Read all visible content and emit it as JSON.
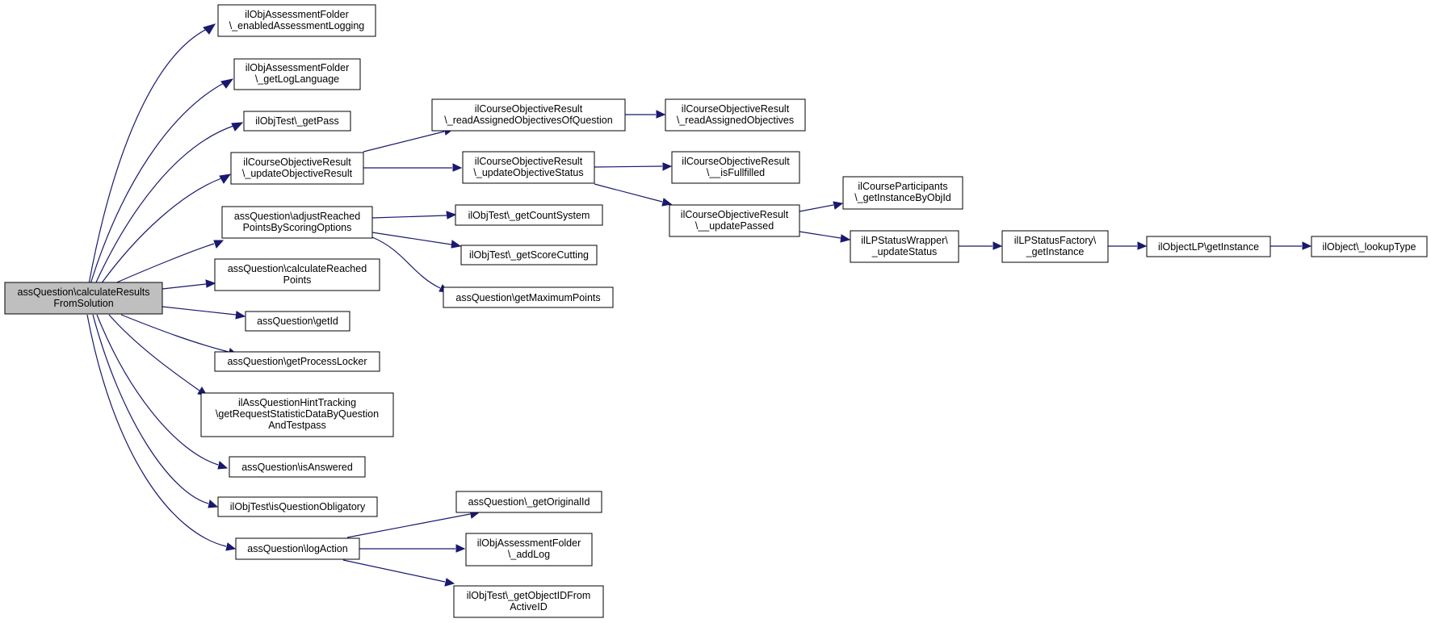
{
  "colors": {
    "edge": "#191970",
    "root_fill": "#bfbfbf",
    "node_fill": "#ffffff",
    "node_border": "#000000"
  },
  "nodes": {
    "root": [
      "assQuestion\\calculateResults",
      "FromSolution"
    ],
    "enabledLogging": [
      "ilObjAssessmentFolder",
      "\\_enabledAssessmentLogging"
    ],
    "getLogLanguage": [
      "ilObjAssessmentFolder",
      "\\_getLogLanguage"
    ],
    "getPass": [
      "ilObjTest\\_getPass"
    ],
    "updateObjectiveResult": [
      "ilCourseObjectiveResult",
      "\\_updateObjectiveResult"
    ],
    "adjustReached": [
      "assQuestion\\adjustReached",
      "PointsByScoringOptions"
    ],
    "calculateReached": [
      "assQuestion\\calculateReached",
      "Points"
    ],
    "getId": [
      "assQuestion\\getId"
    ],
    "getProcessLocker": [
      "assQuestion\\getProcessLocker"
    ],
    "hintTracking": [
      "ilAssQuestionHintTracking",
      "\\getRequestStatisticDataByQuestion",
      "AndTestpass"
    ],
    "isAnswered": [
      "assQuestion\\isAnswered"
    ],
    "isQuestionObligatory": [
      "ilObjTest\\isQuestionObligatory"
    ],
    "logAction": [
      "assQuestion\\logAction"
    ],
    "readAssignedOfQuestion": [
      "ilCourseObjectiveResult",
      "\\_readAssignedObjectivesOfQuestion"
    ],
    "updateObjectiveStatus": [
      "ilCourseObjectiveResult",
      "\\_updateObjectiveStatus"
    ],
    "getCountSystem": [
      "ilObjTest\\_getCountSystem"
    ],
    "getScoreCutting": [
      "ilObjTest\\_getScoreCutting"
    ],
    "getMaximumPoints": [
      "assQuestion\\getMaximumPoints"
    ],
    "getOriginalId": [
      "assQuestion\\_getOriginalId"
    ],
    "addLog": [
      "ilObjAssessmentFolder",
      "\\_addLog"
    ],
    "getObjectIDFromActiveID": [
      "ilObjTest\\_getObjectIDFrom",
      "ActiveID"
    ],
    "readAssignedObjectives": [
      "ilCourseObjectiveResult",
      "\\_readAssignedObjectives"
    ],
    "isFullfilled": [
      "ilCourseObjectiveResult",
      "\\__isFullfilled"
    ],
    "updatePassed": [
      "ilCourseObjectiveResult",
      "\\__updatePassed"
    ],
    "getInstanceByObjId": [
      "ilCourseParticipants",
      "\\_getInstanceByObjId"
    ],
    "lpUpdateStatus": [
      "ilLPStatusWrapper\\",
      "_updateStatus"
    ],
    "lpFactoryGetInstance": [
      "ilLPStatusFactory\\",
      "_getInstance"
    ],
    "objectLPGetInstance": [
      "ilObjectLP\\getInstance"
    ],
    "lookupType": [
      "ilObject\\_lookupType"
    ]
  }
}
